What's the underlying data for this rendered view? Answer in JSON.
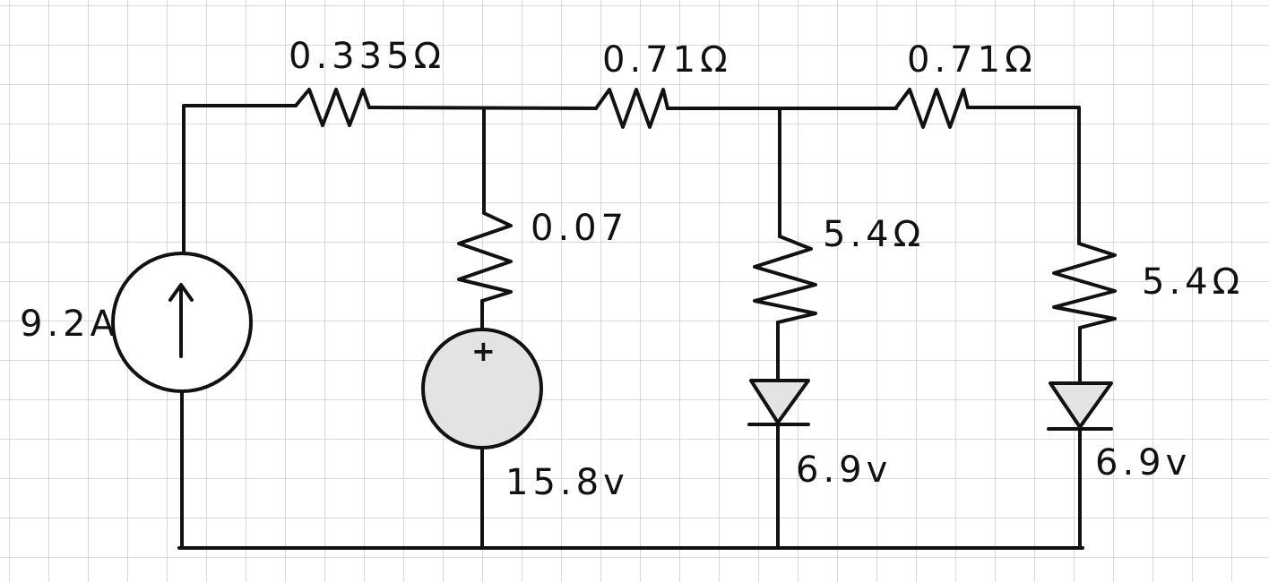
{
  "circuit": {
    "current_source": {
      "label": "9.2A"
    },
    "voltage_source": {
      "label": "15.8v",
      "polarity": "+"
    },
    "resistors": {
      "top_left": "0.335Ω",
      "top_middle": "0.71Ω",
      "top_right": "0.71Ω",
      "branch_source": "0.07",
      "branch_diode1": "5.4Ω",
      "branch_diode2": "5.4Ω"
    },
    "diodes": {
      "d1": "6.9v",
      "d2": "6.9v"
    },
    "colors": {
      "ink": "#111111",
      "source_fill": "#e3e3e3",
      "diode_fill": "#e3e3e3",
      "grid": "#d9d9d9"
    }
  }
}
